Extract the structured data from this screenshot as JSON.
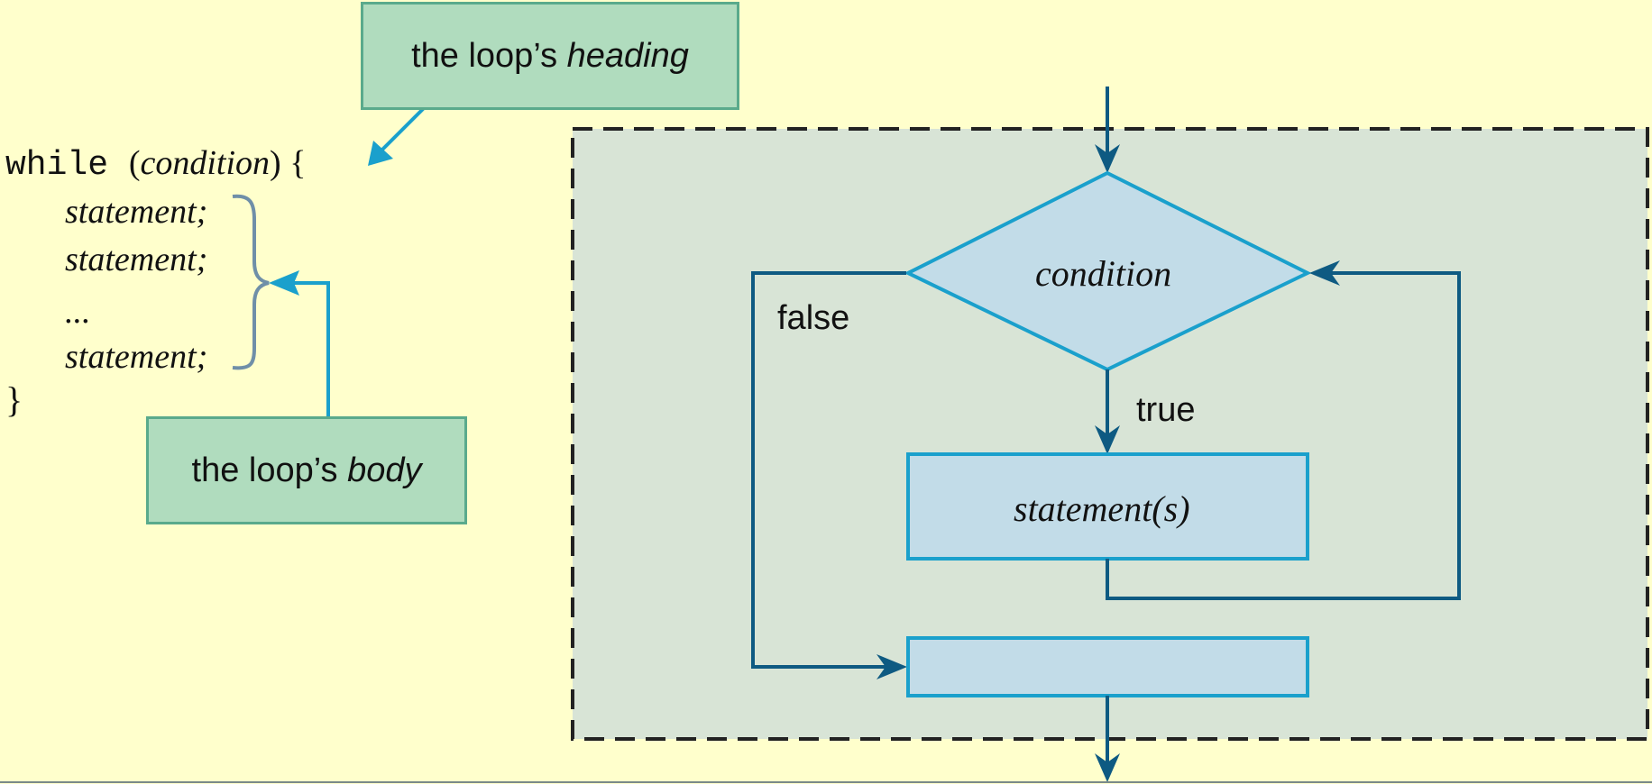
{
  "code": {
    "keyword": "while",
    "open_paren": "(",
    "condition": "condition",
    "close_paren_brace": ") {",
    "statements": [
      "statement;",
      "statement;",
      "...",
      "statement;"
    ],
    "close_brace": "}"
  },
  "callouts": {
    "heading": {
      "prefix": "the loop’s ",
      "emphasis": "heading"
    },
    "body": {
      "prefix": "the loop’s ",
      "emphasis": "body"
    }
  },
  "flowchart": {
    "decision_label": "condition",
    "statement_label": "statement(s)",
    "false_label": "false",
    "true_label": "true"
  },
  "colors": {
    "background": "#ffffcc",
    "callout_fill": "#b0dcbe",
    "callout_border": "#5aaa8c",
    "loop_region_fill": "#d8e4d6",
    "shape_fill": "#c2dce8",
    "shape_border": "#1aa0cc",
    "flow_line": "#0e5a82",
    "callout_arrow": "#1aa0cc"
  }
}
